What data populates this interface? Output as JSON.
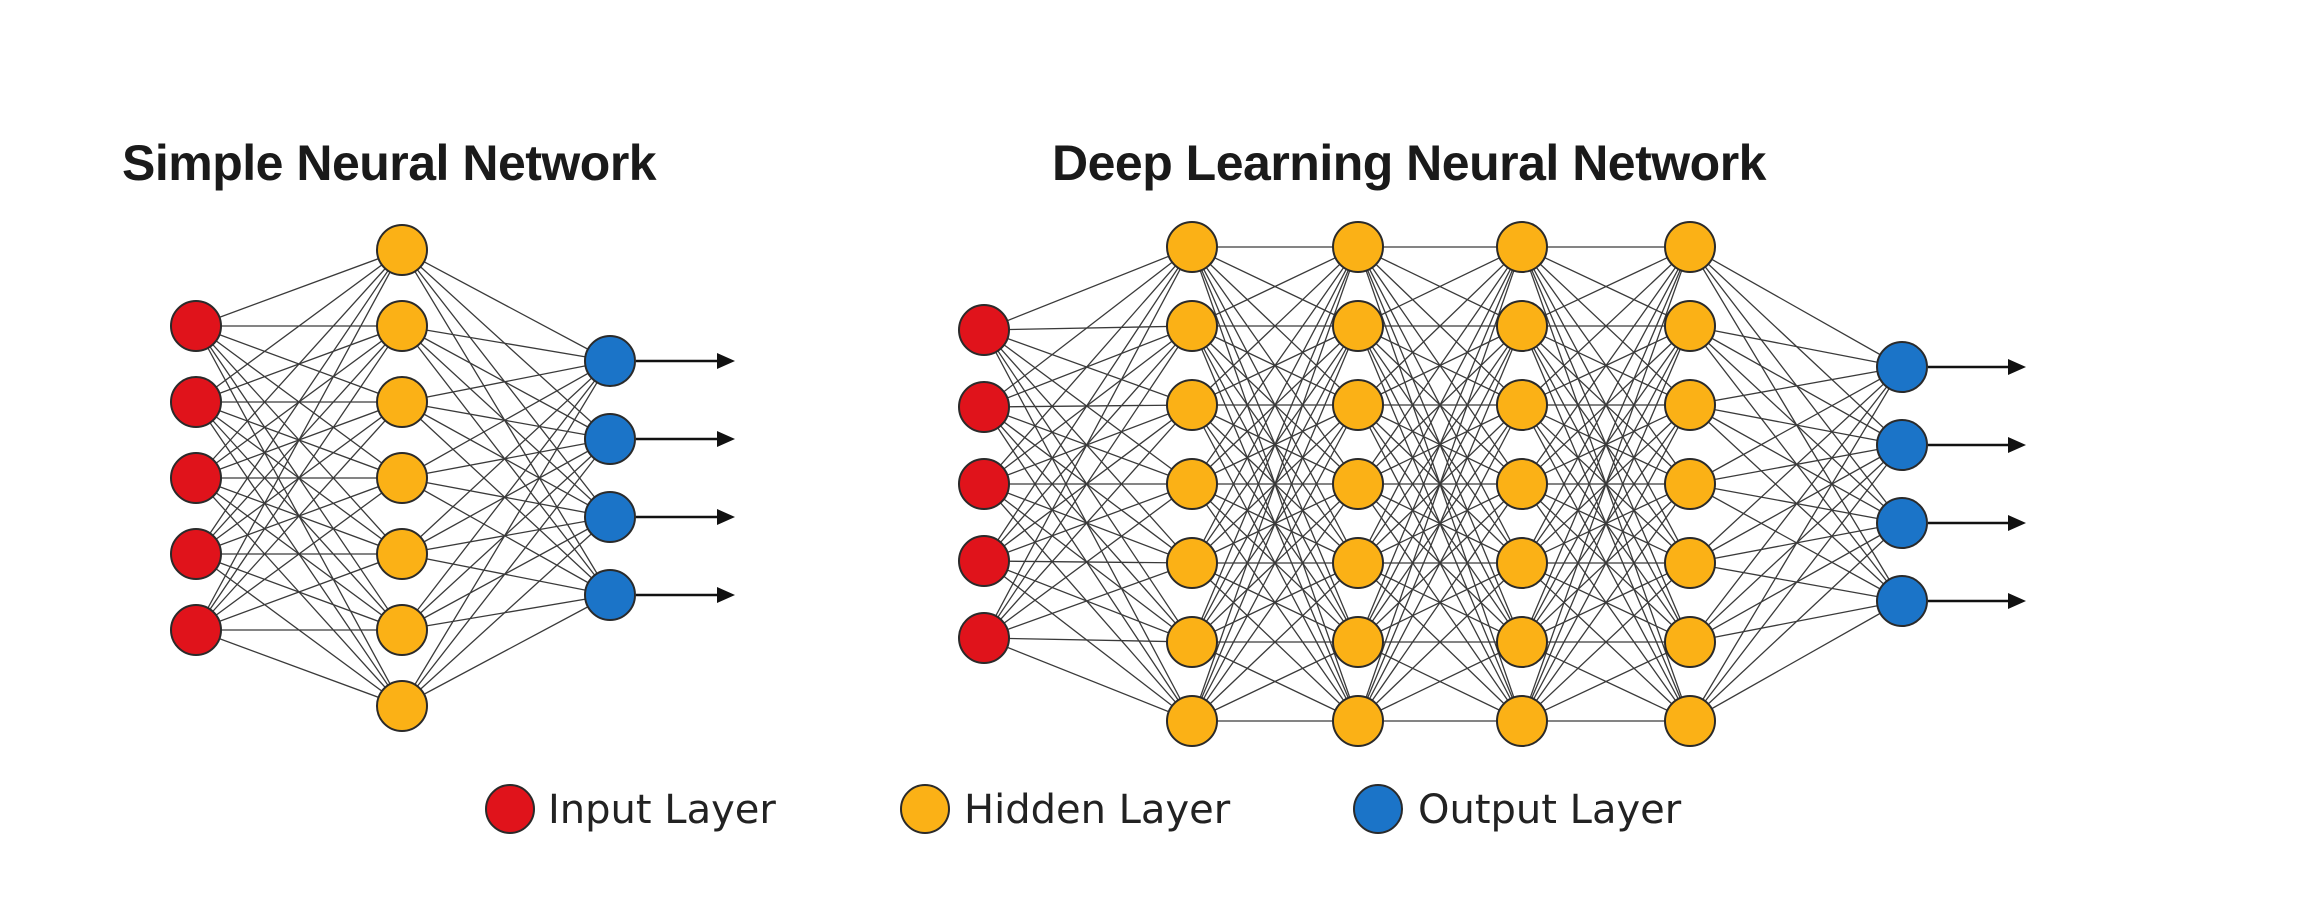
{
  "titles": {
    "simple": "Simple Neural Network",
    "deep": "Deep Learning Neural Network"
  },
  "legend": {
    "input": "Input Layer",
    "hidden": "Hidden Layer",
    "output": "Output Layer"
  },
  "colors": {
    "input": "#e0131b",
    "hidden": "#fbb116",
    "output": "#1b74c8",
    "edge": "#3a3a3a"
  },
  "networks": {
    "simple": {
      "layers": [
        {
          "kind": "input",
          "nodes": 5
        },
        {
          "kind": "hidden",
          "nodes": 7
        },
        {
          "kind": "output",
          "nodes": 4
        }
      ],
      "output_arrows": 4
    },
    "deep": {
      "layers": [
        {
          "kind": "input",
          "nodes": 5
        },
        {
          "kind": "hidden",
          "nodes": 7
        },
        {
          "kind": "hidden",
          "nodes": 7
        },
        {
          "kind": "hidden",
          "nodes": 7
        },
        {
          "kind": "hidden",
          "nodes": 7
        },
        {
          "kind": "output",
          "nodes": 4
        }
      ],
      "output_arrows": 4
    }
  }
}
